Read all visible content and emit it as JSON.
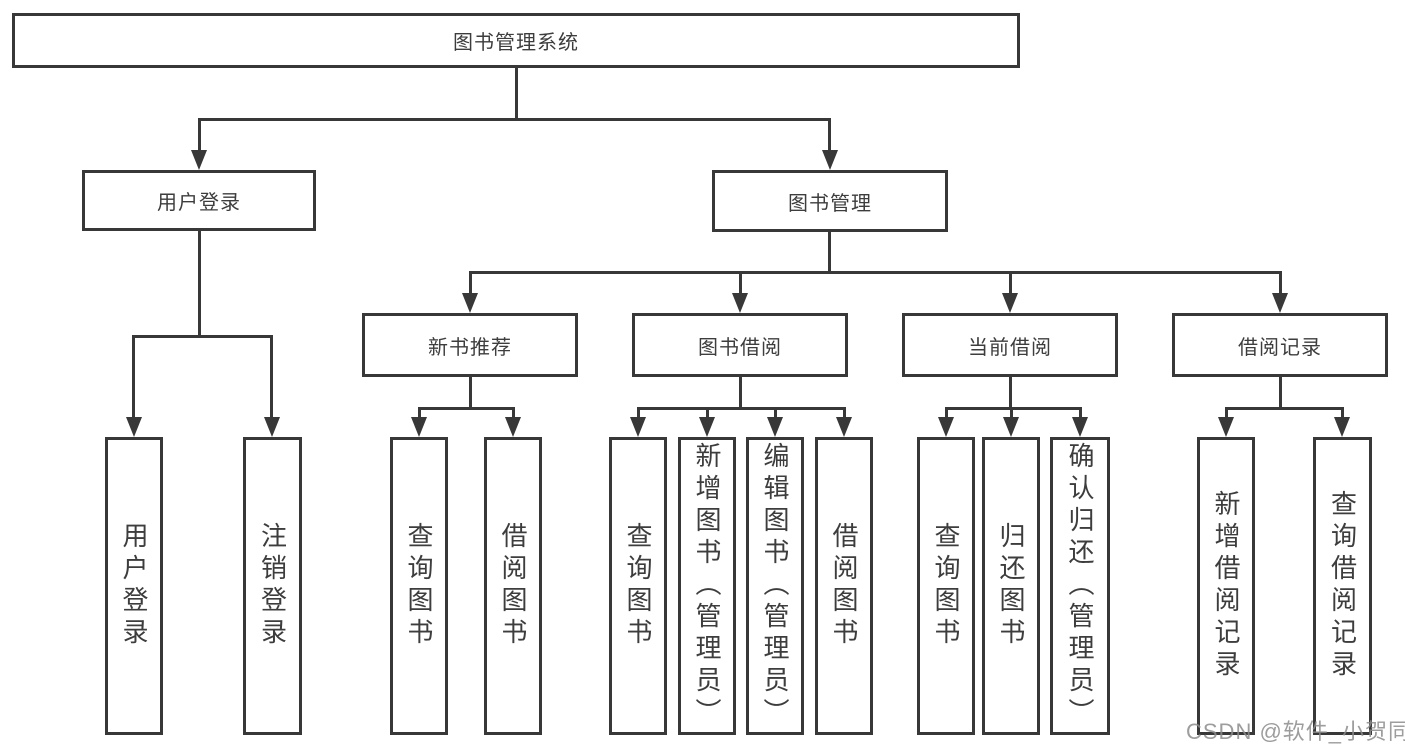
{
  "diagram": {
    "root": "图书管理系统",
    "level1": {
      "user_login": "用户登录",
      "book_management": "图书管理"
    },
    "level2": {
      "new_book": "新书推荐",
      "book_borrow": "图书借阅",
      "current_borrow": "当前借阅",
      "borrow_records": "借阅记录"
    },
    "leaves": {
      "user_login": [
        "用户登录",
        "注销登录"
      ],
      "new_book": [
        "查询图书",
        "借阅图书"
      ],
      "book_borrow": [
        "查询图书",
        "新增图书（管理员）",
        "编辑图书（管理员）",
        "借阅图书"
      ],
      "current_borrow": [
        "查询图书",
        "归还图书",
        "确认归还（管理员）"
      ],
      "borrow_records": [
        "新增借阅记录",
        "查询借阅记录"
      ]
    }
  },
  "watermark": "CSDN @软件_小贺同学",
  "colors": {
    "line": "#383838",
    "text": "#3d3d3d",
    "watermark": "#8c8c8c",
    "background": "#ffffff"
  }
}
